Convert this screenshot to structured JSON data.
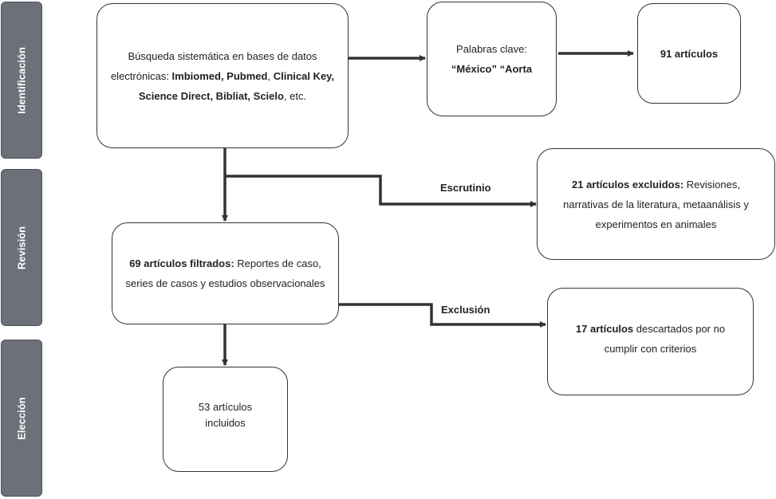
{
  "phases": {
    "identificacion": "Identificación",
    "revision": "Revisión",
    "eleccion": "Elección"
  },
  "search_box": {
    "intro": "Búsqueda sistemática en bases de datos electrónicas: ",
    "db1": "Imbiomed, Pubmed",
    "sep": ",",
    "db2": "Clinical Key, Science Direct, Bibliat,",
    "db3": "Scielo",
    "etc": ", etc."
  },
  "keywords_box": {
    "label": "Palabras clave:",
    "terms": "“México” “Aorta"
  },
  "found_box": {
    "text": "91 artículos"
  },
  "excluded_box": {
    "bold": "21 artículos excluidos:",
    "rest": " Revisiones, narrativas de la literatura, metaanálisis y experimentos en animales"
  },
  "filtered_box": {
    "bold": "69 artículos filtrados:",
    "rest": " Reportes de caso, series de casos y estudios observacionales"
  },
  "discarded_box": {
    "bold": "17 artículos",
    "rest": " descartados por no cumplir con criterios"
  },
  "included_box": {
    "text": "53 artículos incluidos"
  },
  "labels": {
    "screening": "Escrutinio",
    "exclusion": "Exclusión"
  }
}
